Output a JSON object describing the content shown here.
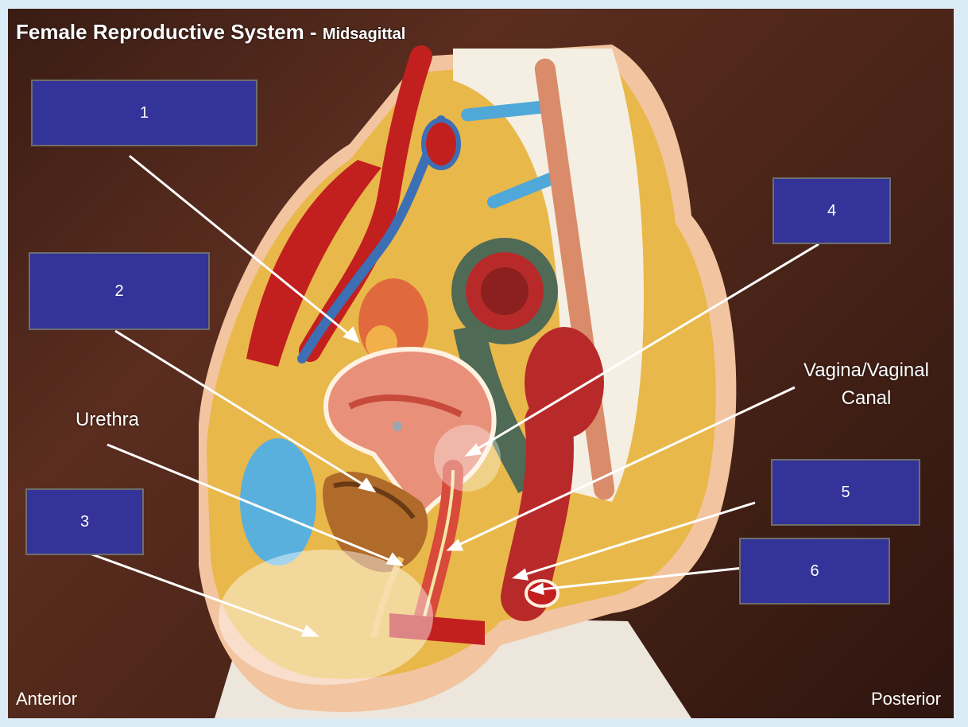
{
  "title": {
    "main": "Female Reproductive System - ",
    "sub": "Midsagittal"
  },
  "labels": [
    {
      "id": "1",
      "text": "1"
    },
    {
      "id": "2",
      "text": "2"
    },
    {
      "id": "3",
      "text": "3"
    },
    {
      "id": "4",
      "text": "4"
    },
    {
      "id": "5",
      "text": "5"
    },
    {
      "id": "6",
      "text": "6"
    }
  ],
  "annotations": {
    "urethra": "Urethra",
    "vagina_line1": "Vagina/Vaginal",
    "vagina_line2": "Canal"
  },
  "orientation": {
    "left": "Anterior",
    "right": "Posterior"
  },
  "colors": {
    "label_box": "#333399",
    "pointer": "#ffffff",
    "muscle_red": "#c21f1f",
    "vein_blue": "#3d6fb5",
    "fat_yellow": "#e9b84a",
    "skin": "#f2c4a0"
  }
}
